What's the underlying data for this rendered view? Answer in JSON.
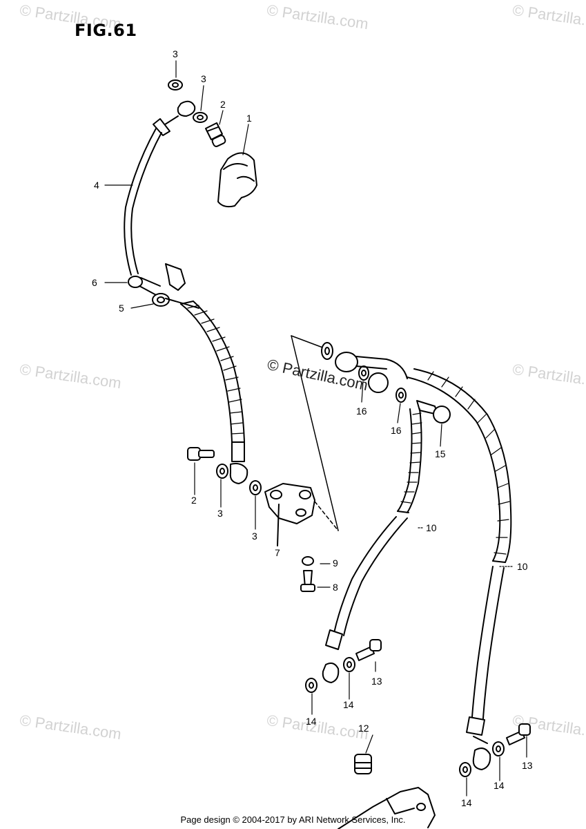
{
  "figure": {
    "title": "FIG.61",
    "footer": "Page design © 2004-2017 by ARI Network Services, Inc.",
    "center_watermark": "© Partzilla.com",
    "watermark": "© Partzilla.com"
  },
  "callouts": {
    "c1": "1",
    "c2a": "2",
    "c2b": "2",
    "c3a": "3",
    "c3b": "3",
    "c3c": "3",
    "c3d": "3",
    "c4": "4",
    "c5": "5",
    "c6": "6",
    "c7": "7",
    "c8": "8",
    "c9": "9",
    "c10a": "10",
    "c10b": "10",
    "c12": "12",
    "c13a": "13",
    "c13b": "13",
    "c14a": "14",
    "c14b": "14",
    "c14c": "14",
    "c14d": "14",
    "c15": "15",
    "c16a": "16",
    "c16b": "16"
  }
}
